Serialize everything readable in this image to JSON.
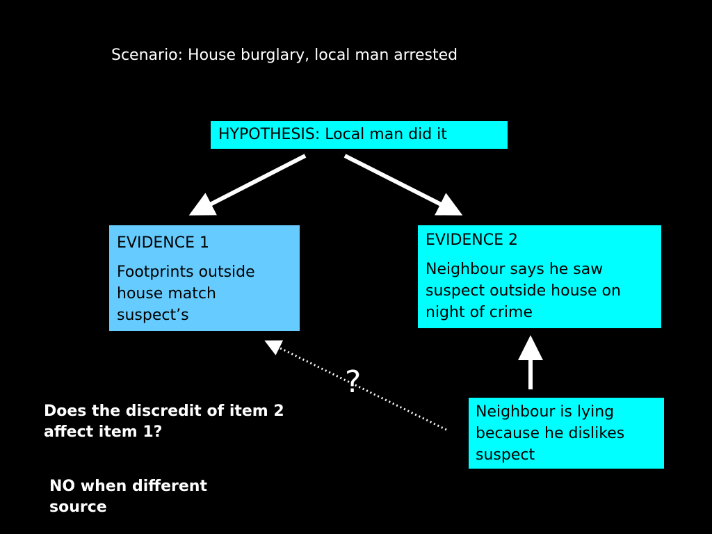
{
  "scenario": "Scenario: House burglary, local man arrested",
  "hypothesis": "HYPOTHESIS: Local man did it",
  "evidence1": {
    "title": "EVIDENCE 1",
    "text": "Footprints outside house match suspect’s"
  },
  "evidence2": {
    "title": "EVIDENCE 2",
    "text": "Neighbour says he saw suspect outside house on night of crime"
  },
  "discredit": "Neighbour is lying because he dislikes suspect",
  "question_mark": "?",
  "question": "Does the discredit of item 2 affect item 1?",
  "answer": "NO when different source",
  "colors": {
    "background": "#000000",
    "hypothesis_box": "#00ffff",
    "evidence1_box": "#66ccff",
    "evidence2_box": "#00ffff",
    "discredit_box": "#00ffff",
    "arrow": "#ffffff"
  }
}
